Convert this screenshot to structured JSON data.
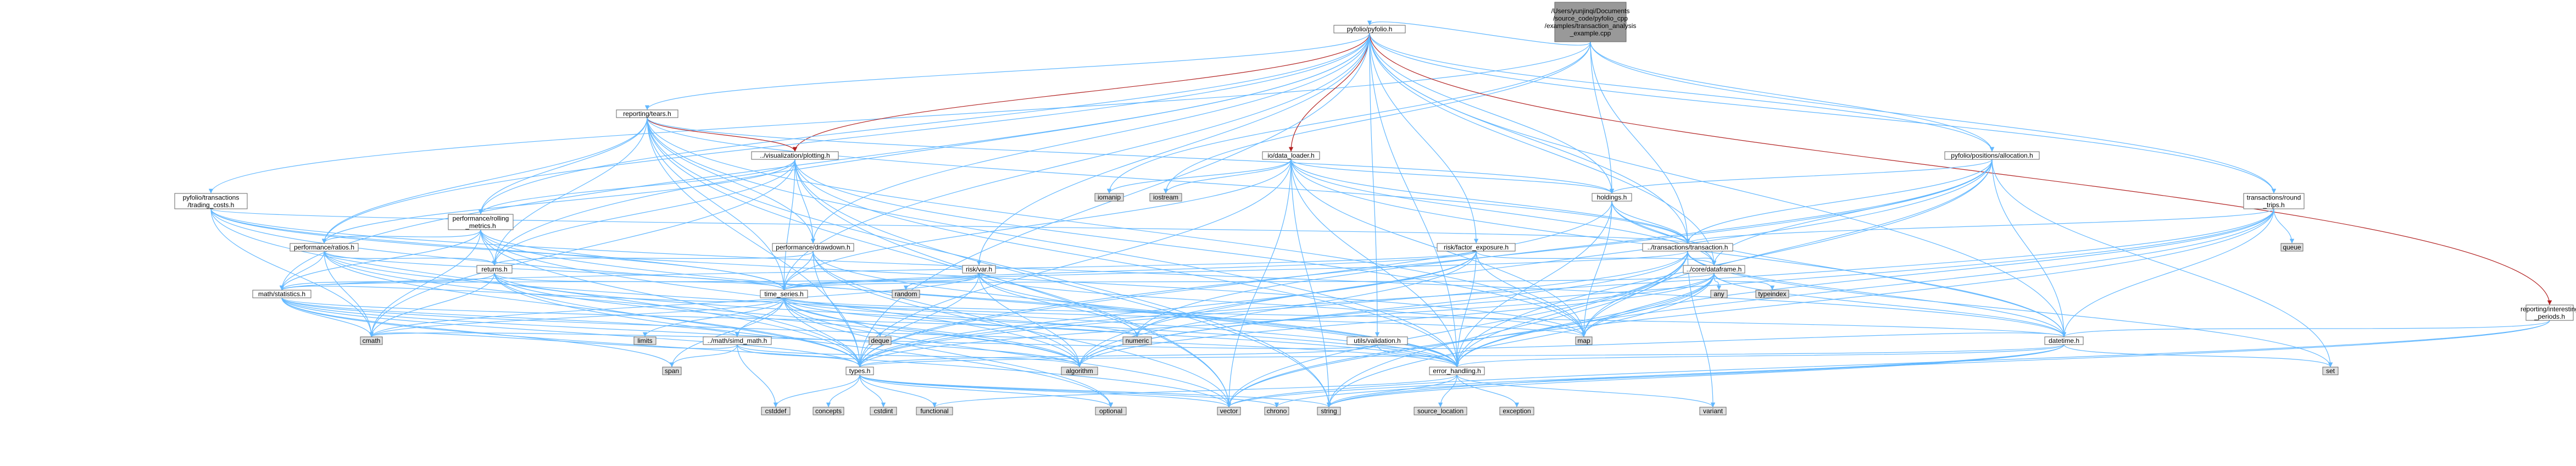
{
  "colors": {
    "root_fill": "#999999",
    "node_fill": "#ffffff",
    "std_fill": "#e0e0e0",
    "border": "#666666",
    "edge": "#63B8FF",
    "edge_red": "#B22222",
    "text_red": "#ff0000"
  },
  "nodes": [
    {
      "id": "root",
      "label": [
        "/Users/yunjinqi/Documents",
        "/source_code/pyfolio_cpp",
        "/examples/transaction_analysis",
        "_example.cpp"
      ],
      "kind": "root"
    },
    {
      "id": "pyfolio",
      "label": [
        "pyfolio/pyfolio.h"
      ],
      "kind": "local"
    },
    {
      "id": "tears",
      "label": [
        "reporting/tears.h"
      ],
      "kind": "local"
    },
    {
      "id": "plotting",
      "label": [
        "../visualization/plotting.h"
      ],
      "kind": "red"
    },
    {
      "id": "data_loader",
      "label": [
        "io/data_loader.h"
      ],
      "kind": "red"
    },
    {
      "id": "allocation",
      "label": [
        "pyfolio/positions/allocation.h"
      ],
      "kind": "local"
    },
    {
      "id": "tcosts",
      "label": [
        "pyfolio/transactions",
        "/trading_costs.h"
      ],
      "kind": "local"
    },
    {
      "id": "rolling",
      "label": [
        "performance/rolling",
        "_metrics.h"
      ],
      "kind": "local"
    },
    {
      "id": "holdings",
      "label": [
        "holdings.h"
      ],
      "kind": "local"
    },
    {
      "id": "roundtrips",
      "label": [
        "transactions/round",
        "_trips.h"
      ],
      "kind": "local"
    },
    {
      "id": "ratios",
      "label": [
        "performance/ratios.h"
      ],
      "kind": "local"
    },
    {
      "id": "drawdown",
      "label": [
        "performance/drawdown.h"
      ],
      "kind": "local"
    },
    {
      "id": "factor",
      "label": [
        "risk/factor_exposure.h"
      ],
      "kind": "local"
    },
    {
      "id": "transaction",
      "label": [
        "../transactions/transaction.h"
      ],
      "kind": "local"
    },
    {
      "id": "returns",
      "label": [
        "returns.h"
      ],
      "kind": "local"
    },
    {
      "id": "var",
      "label": [
        "risk/var.h"
      ],
      "kind": "local"
    },
    {
      "id": "dataframe",
      "label": [
        "../core/dataframe.h"
      ],
      "kind": "local"
    },
    {
      "id": "statistics",
      "label": [
        "math/statistics.h"
      ],
      "kind": "local"
    },
    {
      "id": "timeseries",
      "label": [
        "time_series.h"
      ],
      "kind": "local"
    },
    {
      "id": "simd",
      "label": [
        "../math/simd_math.h"
      ],
      "kind": "local"
    },
    {
      "id": "validation",
      "label": [
        "utils/validation.h"
      ],
      "kind": "local"
    },
    {
      "id": "datetime",
      "label": [
        "datetime.h"
      ],
      "kind": "local"
    },
    {
      "id": "interesting",
      "label": [
        "reporting/interesting",
        "_periods.h"
      ],
      "kind": "red"
    },
    {
      "id": "types",
      "label": [
        "types.h"
      ],
      "kind": "local"
    },
    {
      "id": "error",
      "label": [
        "error_handling.h"
      ],
      "kind": "local"
    },
    {
      "id": "iomanip",
      "label": [
        "iomanip"
      ],
      "kind": "std"
    },
    {
      "id": "iostream",
      "label": [
        "iostream"
      ],
      "kind": "std"
    },
    {
      "id": "queue",
      "label": [
        "queue"
      ],
      "kind": "std"
    },
    {
      "id": "any",
      "label": [
        "any"
      ],
      "kind": "std"
    },
    {
      "id": "typeindex",
      "label": [
        "typeindex"
      ],
      "kind": "std"
    },
    {
      "id": "random",
      "label": [
        "random"
      ],
      "kind": "std"
    },
    {
      "id": "limits",
      "label": [
        "limits"
      ],
      "kind": "std"
    },
    {
      "id": "deque",
      "label": [
        "deque"
      ],
      "kind": "std"
    },
    {
      "id": "numeric",
      "label": [
        "numeric"
      ],
      "kind": "std"
    },
    {
      "id": "map",
      "label": [
        "map"
      ],
      "kind": "std"
    },
    {
      "id": "cmath",
      "label": [
        "cmath"
      ],
      "kind": "std"
    },
    {
      "id": "span",
      "label": [
        "span"
      ],
      "kind": "std"
    },
    {
      "id": "algorithm",
      "label": [
        "algorithm"
      ],
      "kind": "std"
    },
    {
      "id": "set",
      "label": [
        "set"
      ],
      "kind": "std"
    },
    {
      "id": "cstddef",
      "label": [
        "cstddef"
      ],
      "kind": "std"
    },
    {
      "id": "concepts",
      "label": [
        "concepts"
      ],
      "kind": "std"
    },
    {
      "id": "cstdint",
      "label": [
        "cstdint"
      ],
      "kind": "std"
    },
    {
      "id": "functional",
      "label": [
        "functional"
      ],
      "kind": "std"
    },
    {
      "id": "optional",
      "label": [
        "optional"
      ],
      "kind": "std"
    },
    {
      "id": "vector",
      "label": [
        "vector"
      ],
      "kind": "std"
    },
    {
      "id": "chrono",
      "label": [
        "chrono"
      ],
      "kind": "std"
    },
    {
      "id": "string",
      "label": [
        "string"
      ],
      "kind": "std"
    },
    {
      "id": "source_location",
      "label": [
        "source_location"
      ],
      "kind": "std"
    },
    {
      "id": "exception",
      "label": [
        "exception"
      ],
      "kind": "std"
    },
    {
      "id": "variant",
      "label": [
        "variant"
      ],
      "kind": "std"
    }
  ],
  "edges": [
    [
      "root",
      "pyfolio"
    ],
    [
      "root",
      "tcosts"
    ],
    [
      "root",
      "allocation"
    ],
    [
      "root",
      "holdings"
    ],
    [
      "root",
      "iomanip"
    ],
    [
      "root",
      "iostream"
    ],
    [
      "root",
      "roundtrips"
    ],
    [
      "root",
      "transaction"
    ],
    [
      "pyfolio",
      "tears"
    ],
    [
      "pyfolio",
      "plotting"
    ],
    [
      "pyfolio",
      "data_loader"
    ],
    [
      "pyfolio",
      "allocation"
    ],
    [
      "pyfolio",
      "rolling"
    ],
    [
      "pyfolio",
      "holdings"
    ],
    [
      "pyfolio",
      "roundtrips"
    ],
    [
      "pyfolio",
      "ratios"
    ],
    [
      "pyfolio",
      "drawdown"
    ],
    [
      "pyfolio",
      "factor"
    ],
    [
      "pyfolio",
      "transaction"
    ],
    [
      "pyfolio",
      "returns"
    ],
    [
      "pyfolio",
      "var"
    ],
    [
      "pyfolio",
      "dataframe"
    ],
    [
      "pyfolio",
      "statistics"
    ],
    [
      "pyfolio",
      "timeseries"
    ],
    [
      "pyfolio",
      "validation"
    ],
    [
      "pyfolio",
      "datetime"
    ],
    [
      "pyfolio",
      "interesting"
    ],
    [
      "pyfolio",
      "types"
    ],
    [
      "pyfolio",
      "error"
    ],
    [
      "tears",
      "plotting"
    ],
    [
      "tears",
      "rolling"
    ],
    [
      "tears",
      "ratios"
    ],
    [
      "tears",
      "drawdown"
    ],
    [
      "tears",
      "returns"
    ],
    [
      "tears",
      "timeseries"
    ],
    [
      "tears",
      "holdings"
    ],
    [
      "tears",
      "transaction"
    ],
    [
      "tears",
      "types"
    ],
    [
      "tears",
      "error"
    ],
    [
      "tears",
      "string"
    ],
    [
      "tears",
      "vector"
    ],
    [
      "tears",
      "map"
    ],
    [
      "plotting",
      "rolling"
    ],
    [
      "plotting",
      "drawdown"
    ],
    [
      "plotting",
      "ratios"
    ],
    [
      "plotting",
      "returns"
    ],
    [
      "plotting",
      "timeseries"
    ],
    [
      "plotting",
      "string"
    ],
    [
      "plotting",
      "vector"
    ],
    [
      "plotting",
      "map"
    ],
    [
      "plotting",
      "cmath"
    ],
    [
      "plotting",
      "error"
    ],
    [
      "data_loader",
      "iomanip"
    ],
    [
      "data_loader",
      "iostream"
    ],
    [
      "data_loader",
      "holdings"
    ],
    [
      "data_loader",
      "transaction"
    ],
    [
      "data_loader",
      "dataframe"
    ],
    [
      "data_loader",
      "timeseries"
    ],
    [
      "data_loader",
      "datetime"
    ],
    [
      "data_loader",
      "types"
    ],
    [
      "data_loader",
      "error"
    ],
    [
      "data_loader",
      "string"
    ],
    [
      "data_loader",
      "vector"
    ],
    [
      "data_loader",
      "map"
    ],
    [
      "allocation",
      "holdings"
    ],
    [
      "allocation",
      "transaction"
    ],
    [
      "allocation",
      "dataframe"
    ],
    [
      "allocation",
      "datetime"
    ],
    [
      "allocation",
      "types"
    ],
    [
      "allocation",
      "error"
    ],
    [
      "allocation",
      "numeric"
    ],
    [
      "allocation",
      "map"
    ],
    [
      "allocation",
      "algorithm"
    ],
    [
      "allocation",
      "set"
    ],
    [
      "tcosts",
      "transaction"
    ],
    [
      "tcosts",
      "datetime"
    ],
    [
      "tcosts",
      "types"
    ],
    [
      "tcosts",
      "error"
    ],
    [
      "tcosts",
      "timeseries"
    ],
    [
      "tcosts",
      "map"
    ],
    [
      "tcosts",
      "cmath"
    ],
    [
      "rolling",
      "ratios"
    ],
    [
      "rolling",
      "returns"
    ],
    [
      "rolling",
      "statistics"
    ],
    [
      "rolling",
      "timeseries"
    ],
    [
      "rolling",
      "types"
    ],
    [
      "rolling",
      "error"
    ],
    [
      "rolling",
      "cmath"
    ],
    [
      "rolling",
      "algorithm"
    ],
    [
      "holdings",
      "transaction"
    ],
    [
      "holdings",
      "dataframe"
    ],
    [
      "holdings",
      "datetime"
    ],
    [
      "holdings",
      "types"
    ],
    [
      "holdings",
      "error"
    ],
    [
      "holdings",
      "map"
    ],
    [
      "roundtrips",
      "transaction"
    ],
    [
      "roundtrips",
      "datetime"
    ],
    [
      "roundtrips",
      "types"
    ],
    [
      "roundtrips",
      "error"
    ],
    [
      "roundtrips",
      "queue"
    ],
    [
      "roundtrips",
      "map"
    ],
    [
      "roundtrips",
      "vector"
    ],
    [
      "roundtrips",
      "algorithm"
    ],
    [
      "ratios",
      "returns"
    ],
    [
      "ratios",
      "statistics"
    ],
    [
      "ratios",
      "timeseries"
    ],
    [
      "ratios",
      "types"
    ],
    [
      "ratios",
      "error"
    ],
    [
      "ratios",
      "cmath"
    ],
    [
      "ratios",
      "algorithm"
    ],
    [
      "drawdown",
      "returns"
    ],
    [
      "drawdown",
      "timeseries"
    ],
    [
      "drawdown",
      "types"
    ],
    [
      "drawdown",
      "error"
    ],
    [
      "drawdown",
      "algorithm"
    ],
    [
      "drawdown",
      "vector"
    ],
    [
      "factor",
      "dataframe"
    ],
    [
      "factor",
      "statistics"
    ],
    [
      "factor",
      "timeseries"
    ],
    [
      "factor",
      "types"
    ],
    [
      "factor",
      "error"
    ],
    [
      "factor",
      "numeric"
    ],
    [
      "factor",
      "map"
    ],
    [
      "factor",
      "algorithm"
    ],
    [
      "transaction",
      "dataframe"
    ],
    [
      "transaction",
      "datetime"
    ],
    [
      "transaction",
      "types"
    ],
    [
      "transaction",
      "error"
    ],
    [
      "transaction",
      "timeseries"
    ],
    [
      "transaction",
      "map"
    ],
    [
      "transaction",
      "set"
    ],
    [
      "transaction",
      "algorithm"
    ],
    [
      "transaction",
      "variant"
    ],
    [
      "transaction",
      "string"
    ],
    [
      "transaction",
      "vector"
    ],
    [
      "returns",
      "statistics"
    ],
    [
      "returns",
      "timeseries"
    ],
    [
      "returns",
      "types"
    ],
    [
      "returns",
      "error"
    ],
    [
      "returns",
      "cmath"
    ],
    [
      "returns",
      "algorithm"
    ],
    [
      "returns",
      "optional"
    ],
    [
      "var",
      "statistics"
    ],
    [
      "var",
      "timeseries"
    ],
    [
      "var",
      "types"
    ],
    [
      "var",
      "error"
    ],
    [
      "var",
      "random"
    ],
    [
      "var",
      "numeric"
    ],
    [
      "var",
      "algorithm"
    ],
    [
      "var",
      "cmath"
    ],
    [
      "var",
      "map"
    ],
    [
      "dataframe",
      "timeseries"
    ],
    [
      "dataframe",
      "datetime"
    ],
    [
      "dataframe",
      "types"
    ],
    [
      "dataframe",
      "error"
    ],
    [
      "dataframe",
      "any"
    ],
    [
      "dataframe",
      "typeindex"
    ],
    [
      "dataframe",
      "map"
    ],
    [
      "dataframe",
      "vector"
    ],
    [
      "dataframe",
      "string"
    ],
    [
      "dataframe",
      "algorithm"
    ],
    [
      "statistics",
      "simd"
    ],
    [
      "statistics",
      "types"
    ],
    [
      "statistics",
      "error"
    ],
    [
      "statistics",
      "cmath"
    ],
    [
      "statistics",
      "span"
    ],
    [
      "statistics",
      "algorithm"
    ],
    [
      "statistics",
      "numeric"
    ],
    [
      "statistics",
      "vector"
    ],
    [
      "timeseries",
      "simd"
    ],
    [
      "timeseries",
      "datetime"
    ],
    [
      "timeseries",
      "types"
    ],
    [
      "timeseries",
      "error"
    ],
    [
      "timeseries",
      "statistics"
    ],
    [
      "timeseries",
      "limits"
    ],
    [
      "timeseries",
      "deque"
    ],
    [
      "timeseries",
      "numeric"
    ],
    [
      "timeseries",
      "span"
    ],
    [
      "timeseries",
      "algorithm"
    ],
    [
      "timeseries",
      "map"
    ],
    [
      "timeseries",
      "cmath"
    ],
    [
      "timeseries",
      "vector"
    ],
    [
      "timeseries",
      "optional"
    ],
    [
      "simd",
      "types"
    ],
    [
      "simd",
      "span"
    ],
    [
      "simd",
      "algorithm"
    ],
    [
      "simd",
      "cstddef"
    ],
    [
      "simd",
      "cmath"
    ],
    [
      "validation",
      "types"
    ],
    [
      "validation",
      "error"
    ],
    [
      "validation",
      "datetime"
    ],
    [
      "validation",
      "cmath"
    ],
    [
      "datetime",
      "types"
    ],
    [
      "datetime",
      "error"
    ],
    [
      "datetime",
      "chrono"
    ],
    [
      "datetime",
      "string"
    ],
    [
      "datetime",
      "vector"
    ],
    [
      "datetime",
      "set"
    ],
    [
      "interesting",
      "datetime"
    ],
    [
      "interesting",
      "vector"
    ],
    [
      "interesting",
      "string"
    ],
    [
      "types",
      "cstddef"
    ],
    [
      "types",
      "concepts"
    ],
    [
      "types",
      "cstdint"
    ],
    [
      "types",
      "functional"
    ],
    [
      "types",
      "optional"
    ],
    [
      "types",
      "vector"
    ],
    [
      "types",
      "chrono"
    ],
    [
      "types",
      "string"
    ],
    [
      "error",
      "source_location"
    ],
    [
      "error",
      "exception"
    ],
    [
      "error",
      "variant"
    ],
    [
      "error",
      "string"
    ],
    [
      "error",
      "functional"
    ]
  ]
}
